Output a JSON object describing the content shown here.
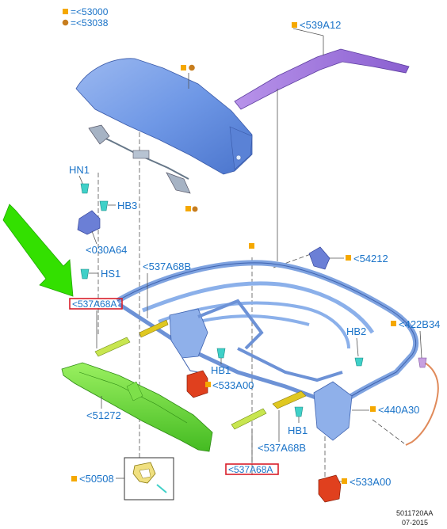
{
  "legend": {
    "square_code": "=<53000",
    "circle_code": "=<53038"
  },
  "labels": {
    "p539A12": "<539A12",
    "hn1": "HN1",
    "hb3": "HB3",
    "p030A64": "<030A64",
    "hs1": "HS1",
    "p537A68B_top": "<537A68B",
    "p54212": "<54212",
    "p537A68A_left": "<537A68A",
    "hb2": "HB2",
    "p422B34": "<422B34",
    "hb1_left": "HB1",
    "p533A00_left": "<533A00",
    "p51272": "<51272",
    "p440A30": "<440A30",
    "hb1_right": "HB1",
    "p537A68B_bottom": "<537A68B",
    "p50508": "<50508",
    "p537A68A_bottom": "<537A68A",
    "p533A00_bottom": "<533A00"
  },
  "footer": {
    "code": "5011720AA",
    "date": "07-2015"
  },
  "colors": {
    "label": "#1a73c8",
    "square_marker": "#f5a800",
    "circle_marker": "#c77d1e",
    "highlight_box": "#d81e2a",
    "arrow": "#33e000",
    "roof_panel": "#6f98e6",
    "rear_bar": "#9b6fd8",
    "frame": "#7fa3e0",
    "tray": "#66dd33",
    "motor": "#e0401e",
    "link": "#e0c820"
  },
  "icons": {
    "legend_square": "square-marker-icon",
    "legend_circle": "circle-marker-icon",
    "pointer": "green-arrow-icon"
  }
}
